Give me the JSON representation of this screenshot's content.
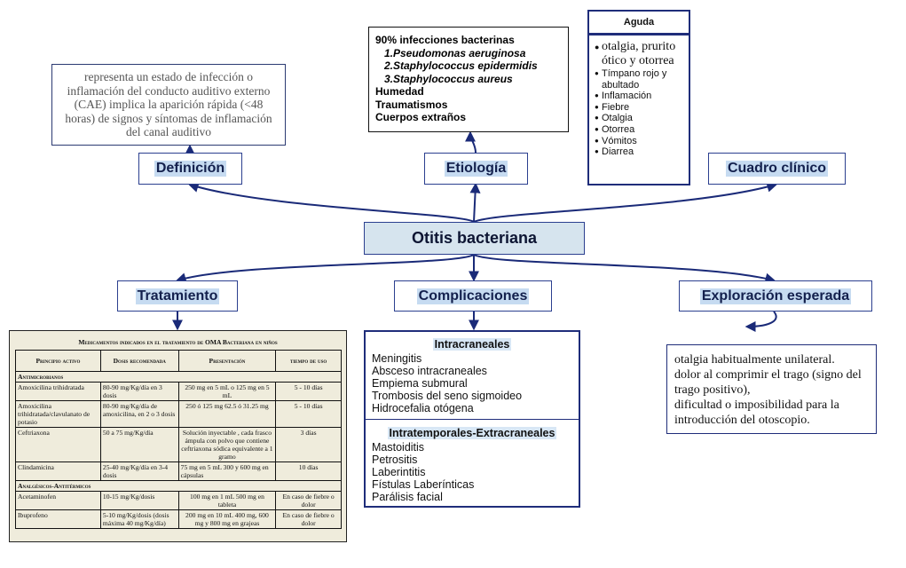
{
  "central": {
    "title": "Otitis bacteriana"
  },
  "headers": {
    "definicion": "Definición",
    "etiologia": "Etiología",
    "cuadro": "Cuadro clínico",
    "tratamiento": "Tratamiento",
    "complicaciones": "Complicaciones",
    "exploracion": "Exploración esperada"
  },
  "definicion": {
    "text": "representa un estado de infección o inflamación del conducto auditivo externo (CAE) implica la aparición rápida (<48 horas) de signos y síntomas de inflamación del canal auditivo"
  },
  "etiologia": {
    "intro": "90% infecciones bacterinas",
    "bacteria": [
      {
        "n": "1.",
        "name": "Pseudomonas aeruginosa"
      },
      {
        "n": "2.",
        "name": "Staphylococcus epidermidis"
      },
      {
        "n": "3.",
        "name": "Staphylococcus aureus"
      }
    ],
    "others": [
      "Humedad",
      "Traumatismos",
      "Cuerpos extraños"
    ]
  },
  "cuadro": {
    "title": "Aguda",
    "main": "otalgia, prurito ótico y otorrea",
    "bullet": "●",
    "items": [
      "Tímpano rojo y abultado",
      "Inflamación",
      "Fiebre",
      "Otalgia",
      "Otorrea",
      "Vómitos",
      "Diarrea"
    ]
  },
  "complicaciones": {
    "intra_title": "Intracraneales",
    "intra": [
      "Meningitis",
      "Absceso intracraneales",
      "Empiema submural",
      "Trombosis del seno sigmoideo",
      "Hidrocefalia otógena"
    ],
    "extra_title": "Intratemporales-Extracraneales",
    "extra": [
      "Mastoiditis",
      "Petrositis",
      "Laberintitis",
      "Fístulas Laberínticas",
      "Parálisis facial"
    ]
  },
  "exploracion": {
    "lines": [
      "otalgia habitualmente unilateral.",
      "dolor al comprimir el trago (signo del trago positivo),",
      "dificultad o imposibilidad para la introducción del otoscopio."
    ]
  },
  "tabla": {
    "title": "Medicamentos indicados en el tratamiento de OMA Bacteriana en niños",
    "columns": [
      "Principio activo",
      "Dosis recomendada",
      "Presentación",
      "tiempo de uso"
    ],
    "cat1": "Antimicrobianos",
    "cat2": "Analgésicos-Antitérmicos",
    "rows1": [
      [
        "Amoxicilina trihidratada",
        "80-90 mg/Kg/día en 3 dosis",
        "250 mg en 5 mL o 125 mg en 5 mL",
        "5 - 10 días"
      ],
      [
        "Amoxicilina trihidratada/clavulanato de potasio",
        "80-90 mg/Kg/día de amoxicilina, en 2 o 3 dosis",
        "250 ó 125 mg 62.5 ó 31.25 mg",
        "5 - 10 días"
      ],
      [
        "Ceftriaxona",
        "50 a 75 mg/Kg/día",
        "Solución inyectable , cada frasco ámpula con polvo que contiene ceftriaxona sódica equivalente a 1 gramo",
        "3 días"
      ],
      [
        "Clindamicina",
        "25-40 mg/Kg/día en 3-4 dosis",
        "75 mg en 5 mL 300 y 600 mg en cápsulas",
        "10 días"
      ]
    ],
    "rows2": [
      [
        "Acetaminofen",
        "10-15 mg/Kg/dosis",
        "100 mg en 1 mL 500 mg en tableta",
        "En caso de fiebre o dolor"
      ],
      [
        "Ibuprofeno",
        "5-10 mg/Kg/dosis (dosis máxima 40 mg/Kg/día)",
        "200 mg en 10 mL 400 mg, 600 mg y 800 mg en grajeas",
        "En caso de fiebre o dolor"
      ]
    ]
  }
}
